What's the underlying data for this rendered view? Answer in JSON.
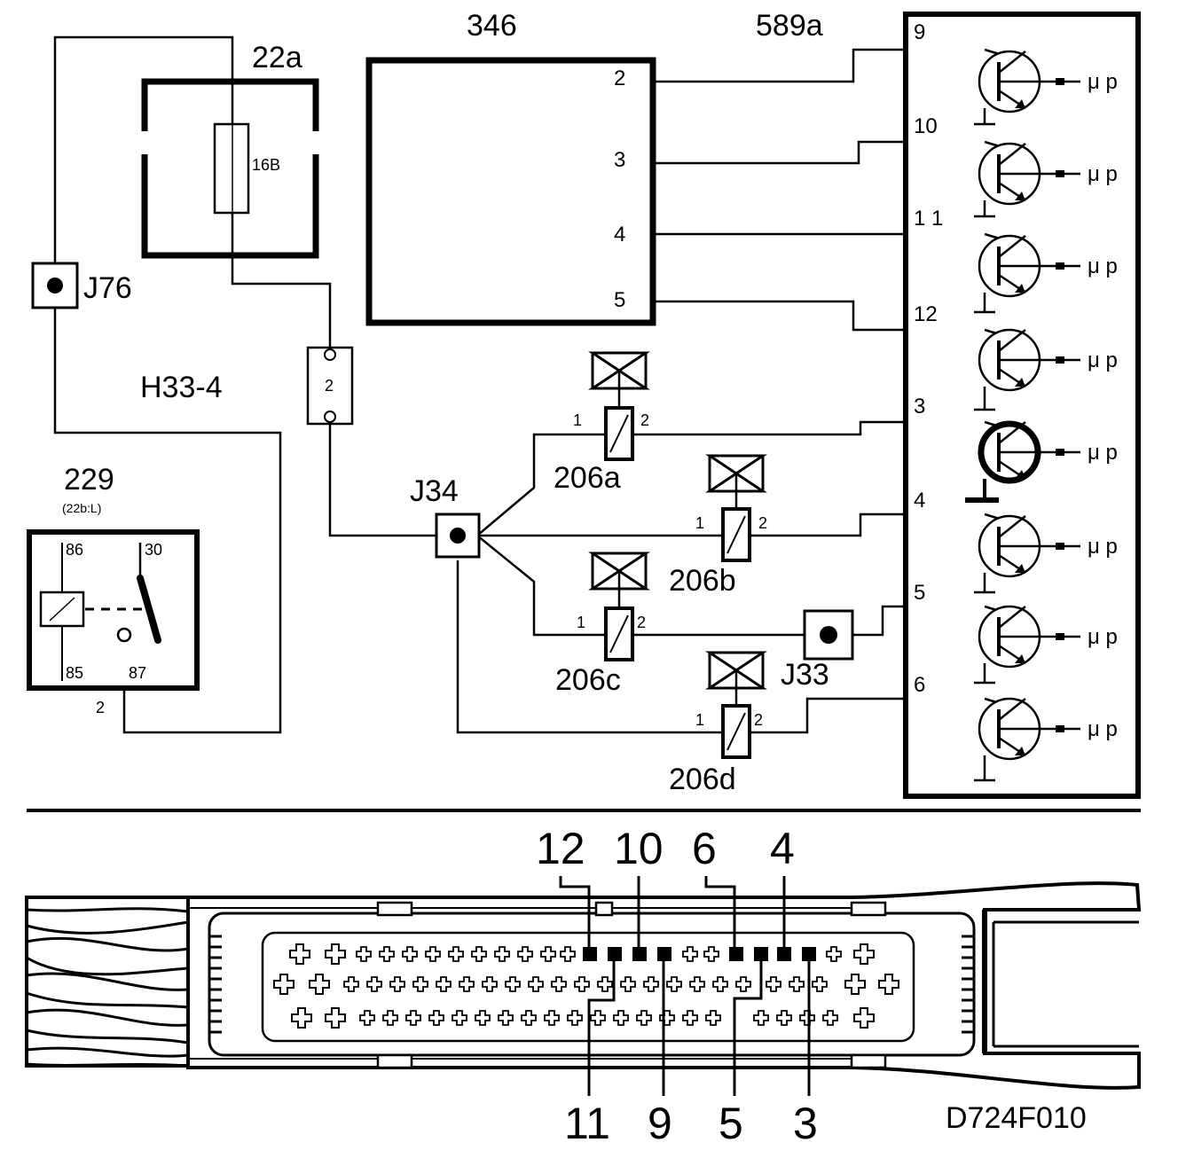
{
  "drawing_number": "D724F010",
  "labels": {
    "relay_box": "22a",
    "fuse_rating": "16B",
    "j76": "J76",
    "harness": "H33-4",
    "relay": "229",
    "relay_sub": "(22b:L)",
    "relay_pins": [
      "86",
      "30",
      "85",
      "87"
    ],
    "relay_wire": "2",
    "connector": "2",
    "module": "346",
    "module_pins": [
      "2",
      "3",
      "4",
      "5"
    ],
    "ecu": "589a",
    "ecu_pins": [
      "9",
      "10",
      "1 1",
      "12",
      "3",
      "4",
      "5",
      "6"
    ],
    "mu_p": "μ p",
    "j34": "J34",
    "j33": "J33",
    "valves": [
      "206a",
      "206b",
      "206c",
      "206d"
    ],
    "valve_pin1": "1",
    "valve_pin2": "2"
  },
  "connector_view": {
    "top_pins": [
      "12",
      "10",
      "6",
      "4"
    ],
    "bottom_pins": [
      "11",
      "9",
      "5",
      "3"
    ]
  }
}
